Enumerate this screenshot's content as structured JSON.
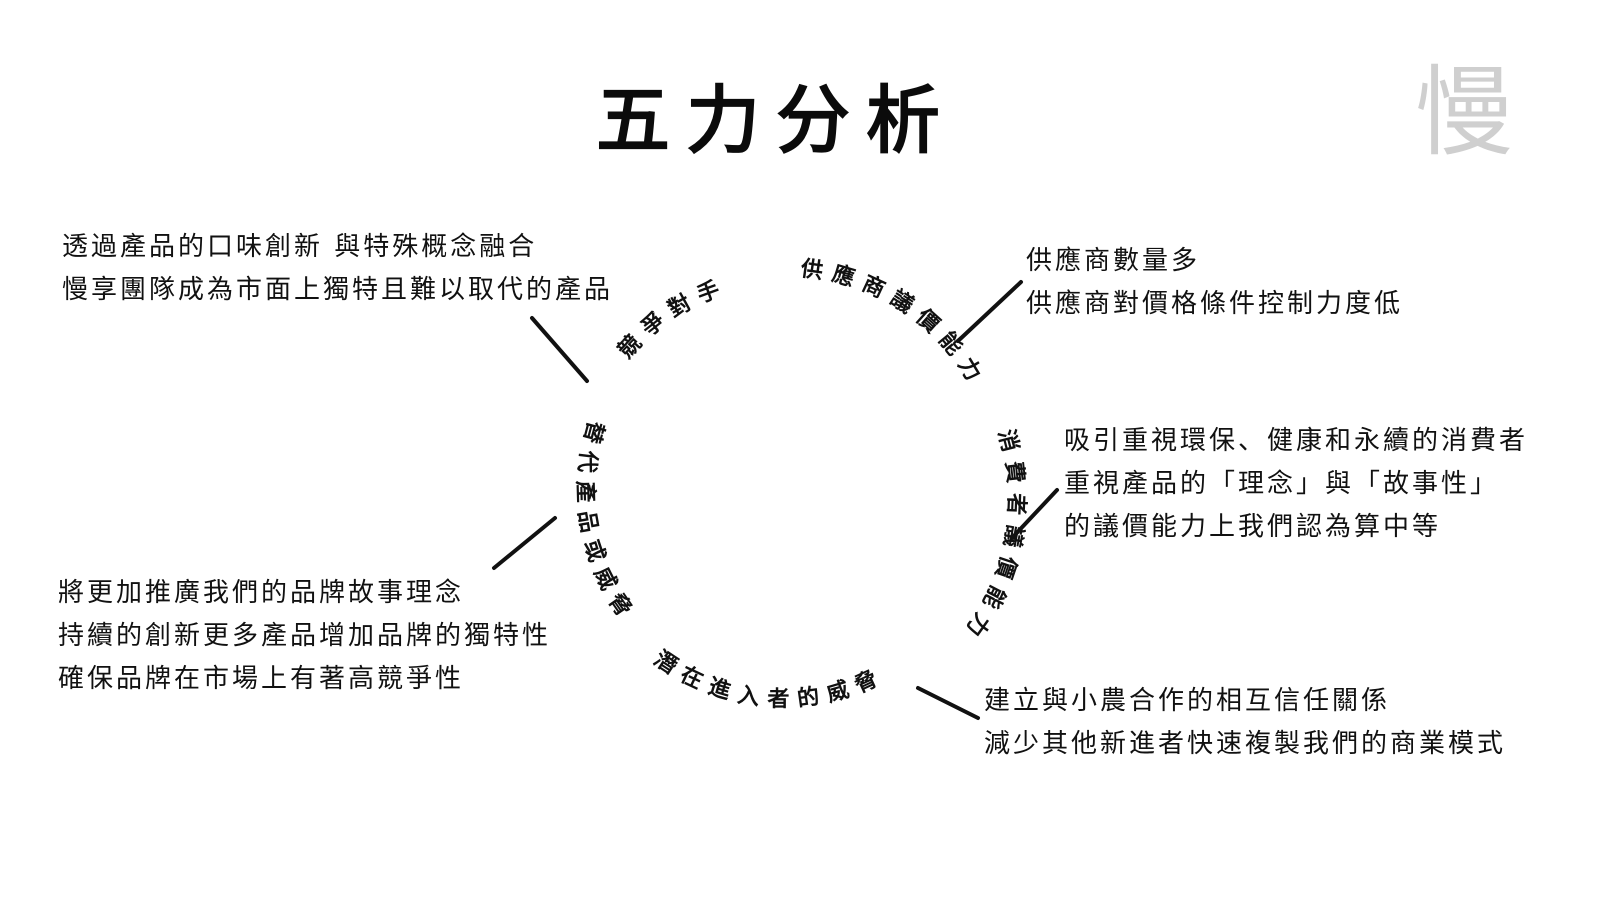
{
  "title": "五力分析",
  "logo": "慢",
  "forces": {
    "rivals": {
      "label": "競爭對手",
      "notes": [
        "透過產品的口味創新 與特殊概念融合",
        "慢享團隊成為市面上獨特且難以取代的產品"
      ]
    },
    "suppliers": {
      "label": "供應商議價能力",
      "notes": [
        "供應商數量多",
        "供應商對價格條件控制力度低"
      ]
    },
    "buyers": {
      "label": "消費者議價能力",
      "notes": [
        "吸引重視環保、健康和永續的消費者",
        "重視產品的「理念」與「故事性」",
        "的議價能力上我們認為算中等"
      ]
    },
    "new_entrants": {
      "label": "潛在進入者的威脅",
      "notes": [
        "建立與小農合作的相互信任關係",
        "減少其他新進者快速複製我們的商業模式"
      ]
    },
    "substitutes": {
      "label": "替代產品或威脅",
      "notes": [
        "將更加推廣我們的品牌故事理念",
        "持續的創新更多產品增加品牌的獨特性",
        "確保品牌在市場上有著高競爭性"
      ]
    }
  }
}
